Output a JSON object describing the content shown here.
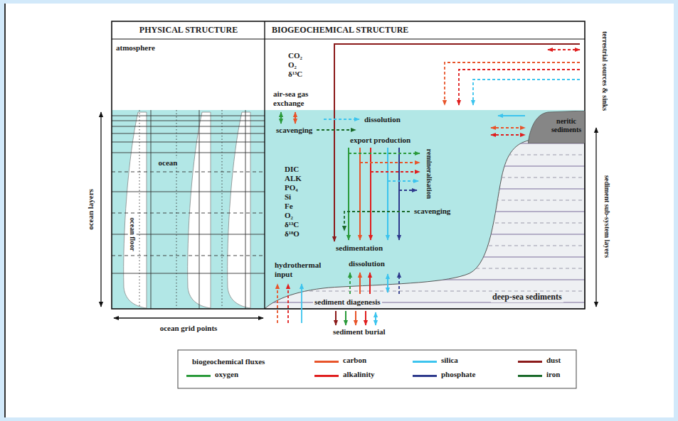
{
  "diagram": {
    "nodes": [
      {
        "text": [
          "neritic sediments"
        ]
      }
    ],
    "labels": [
      "PHYSICAL STRUCTURE",
      "BIOGEOCHEMICAL STRUCTURE",
      "atmosphere",
      "CO₂",
      "O₂",
      "δ¹³C",
      "air-sea gas exchange",
      "dissolution",
      "scavenging",
      "export production",
      "remineralisation",
      "DIC",
      "ALK",
      "PO₄",
      "Si",
      "Fe",
      "O₂",
      "δ¹³C",
      "δ¹⁸O",
      "ocean",
      "ocean floor",
      "scavenging",
      "sedimentation",
      "hydrothermal input",
      "dissolution",
      "sediment diagenesis",
      "sediment burial",
      "deep-sea sediments",
      "terrestrial sources & sinks",
      "ocean layers",
      "sediment sub-system layers",
      "ocean grid points",
      "biogeochemical fluxes"
    ],
    "legend": [
      {
        "text": "carbon",
        "color": "#e8542a"
      },
      {
        "text": "silica",
        "color": "#3cc4ee"
      },
      {
        "text": "dust",
        "color": "#8b1a1a"
      },
      {
        "text": "oxygen",
        "color": "#2a9a3a"
      },
      {
        "text": "alkalinity",
        "color": "#e01e1e"
      },
      {
        "text": "phosphate",
        "color": "#2e3a8c"
      },
      {
        "text": "iron",
        "color": "#1a6a2a"
      }
    ]
  }
}
